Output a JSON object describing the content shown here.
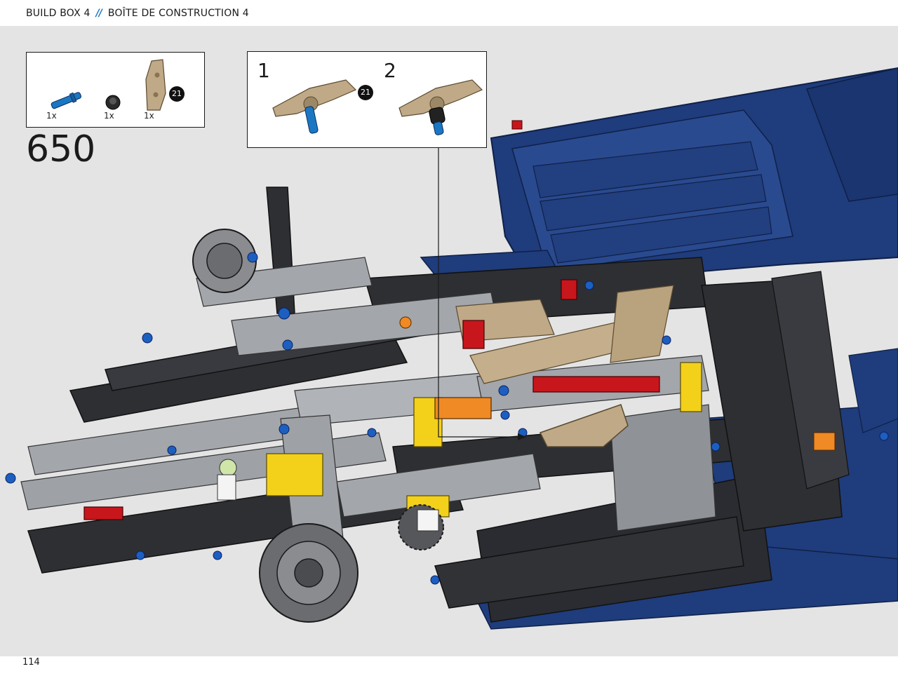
{
  "header": {
    "left_label": "BUILD BOX 4",
    "separator": "//",
    "right_label": "BOÎTE DE CONSTRUCTION 4"
  },
  "colors": {
    "accent": "#1c77c3",
    "stage_background": "#e4e4e4",
    "body_blue": "#1f3c7c",
    "beam_dark": "#2d2f33",
    "beam_grey": "#a3a6ab",
    "tan": "#bfa987",
    "yellow": "#f3d11a",
    "red": "#c8161d",
    "orange": "#f08a24"
  },
  "parts": [
    {
      "name": "blue-axle-pin",
      "qty": "1x"
    },
    {
      "name": "black-bush",
      "qty": "1x"
    },
    {
      "name": "tan-panel",
      "qty": "1x"
    }
  ],
  "step": {
    "number": "650"
  },
  "subassembly": {
    "steps": [
      {
        "number": "1"
      },
      {
        "number": "2"
      }
    ]
  },
  "callout_badges": {
    "part_count": "21"
  },
  "page": {
    "number": "114"
  },
  "icons": [
    "axle-pin-icon",
    "bush-icon",
    "panel-icon"
  ]
}
